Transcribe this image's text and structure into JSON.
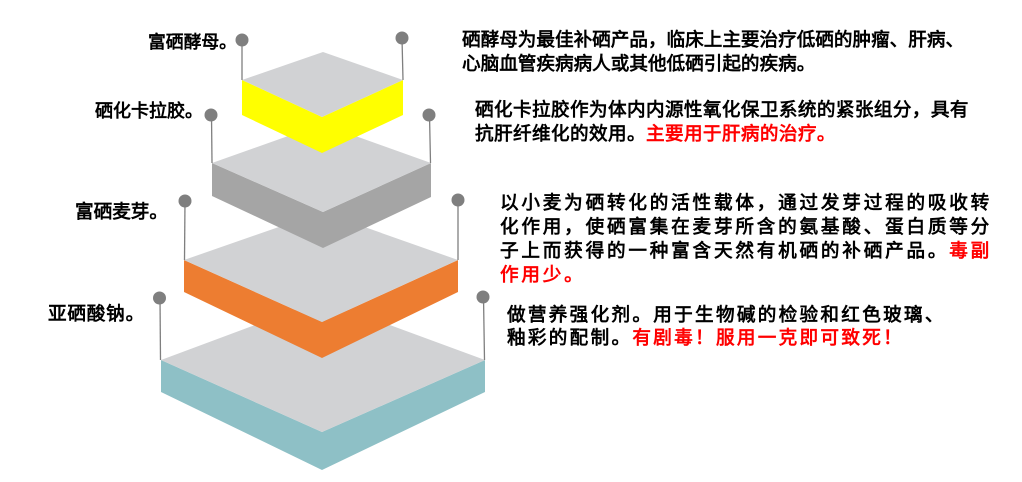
{
  "diagram": {
    "background": "#ffffff",
    "top_face_color": "#d1d2d4",
    "pin_color": "#7f7f7f",
    "text_color": "#000000",
    "highlight_color": "#ff0000"
  },
  "layers": [
    {
      "label": "富硒酵母。",
      "side_color": "#ffff00",
      "description": [
        [
          {
            "text": "硒酵母为最佳补硒产品，临床上主要治疗低硒的肿瘤、肝病、",
            "color": "#000000"
          }
        ],
        [
          {
            "text": "心脑血管疾病病人或其他低硒引起的疾病。",
            "color": "#000000"
          }
        ]
      ]
    },
    {
      "label": "硒化卡拉胶。",
      "side_color": "#a5a5a5",
      "description": [
        [
          {
            "text": "硒化卡拉胶作为体内内源性氧化保卫系统的紧张组分，具有",
            "color": "#000000"
          }
        ],
        [
          {
            "text": "抗肝纤维化的效用。",
            "color": "#000000"
          },
          {
            "text": "主要用于肝病的治疗。",
            "color": "#ff0000"
          }
        ]
      ]
    },
    {
      "label": "富硒麦芽。",
      "side_color": "#ed7d31",
      "description": [
        [
          {
            "text": "以小麦为硒转化的活性载体，通过发芽过程的吸收转",
            "color": "#000000"
          }
        ],
        [
          {
            "text": "化作用，使硒富集在麦芽所含的氨基酸、蛋白质等分",
            "color": "#000000"
          }
        ],
        [
          {
            "text": "子上而获得的一种富含天然有机硒的补硒产品。",
            "color": "#000000"
          },
          {
            "text": "毒副",
            "color": "#ff0000"
          }
        ],
        [
          {
            "text": "作用少。",
            "color": "#ff0000"
          }
        ]
      ]
    },
    {
      "label": "亚硒酸钠。",
      "side_color": "#8ec0c6",
      "description": [
        [
          {
            "text": "做营养强化剂。用于生物碱的检验和红色玻璃、",
            "color": "#000000"
          }
        ],
        [
          {
            "text": "釉彩的配制。",
            "color": "#000000"
          },
          {
            "text": "有剧毒！服用一克即可致死！",
            "color": "#ff0000"
          }
        ]
      ]
    }
  ]
}
